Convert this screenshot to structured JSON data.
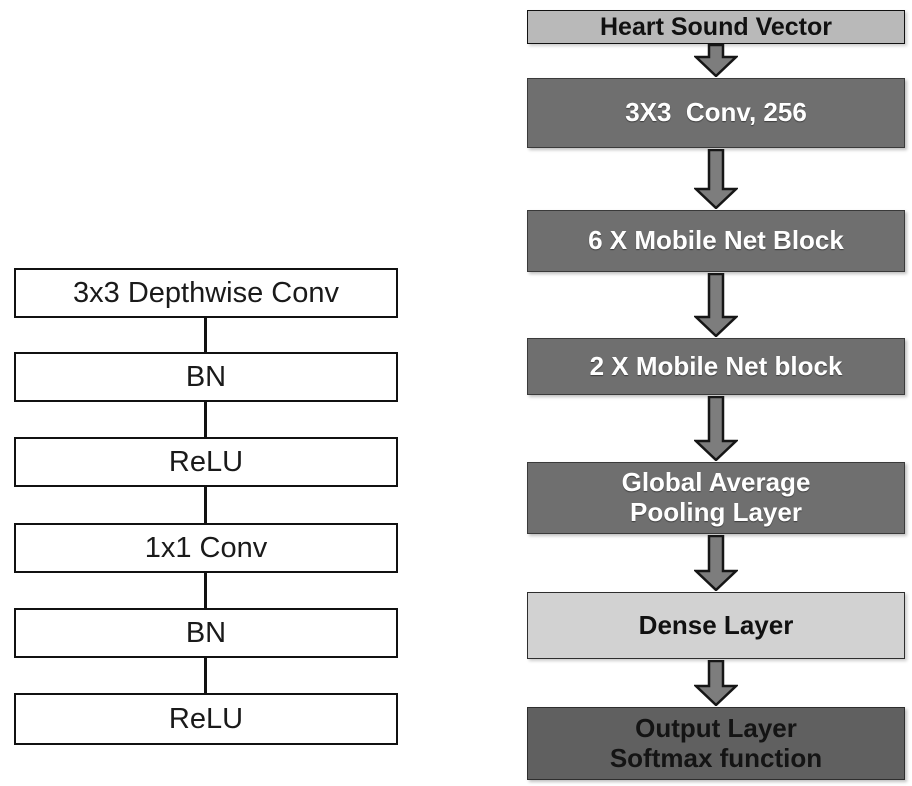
{
  "colors": {
    "dark_box": "#6f6f6f",
    "darker_box": "#606060",
    "light_box": "#b9b9b9",
    "lighter_box": "#d2d2d2",
    "arrow_fill": "#7d7d7d",
    "outline": "#111111",
    "left_box_border": "#111111",
    "left_box_fill": "#ffffff"
  },
  "left_column": {
    "boxes": [
      {
        "label": "3x3 Depthwise Conv"
      },
      {
        "label": "BN"
      },
      {
        "label": "ReLU"
      },
      {
        "label": "1x1 Conv"
      },
      {
        "label": "BN"
      },
      {
        "label": "ReLU"
      }
    ]
  },
  "right_column": {
    "boxes": [
      {
        "label": "Heart Sound Vector"
      },
      {
        "label": "3X3  Conv, 256"
      },
      {
        "label": "6 X Mobile Net Block"
      },
      {
        "label": "2 X Mobile Net block"
      },
      {
        "line1": "Global Average",
        "line2": "Pooling Layer"
      },
      {
        "label": "Dense Layer"
      },
      {
        "line1": "Output Layer",
        "line2": "Softmax function"
      }
    ]
  }
}
